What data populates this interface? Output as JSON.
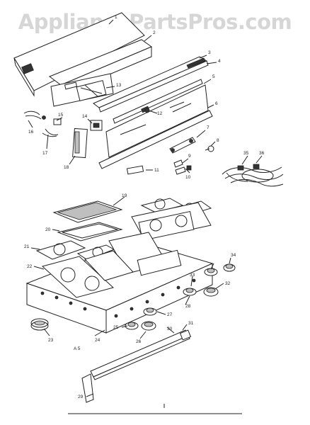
{
  "watermark": "AppliancePartsPros.com",
  "callouts": [
    "1",
    "2",
    "3",
    "4",
    "5",
    "6",
    "7",
    "8",
    "9",
    "10",
    "11",
    "12",
    "13",
    "14",
    "15",
    "16",
    "17",
    "18",
    "19",
    "20",
    "21",
    "22",
    "23",
    "24",
    "25",
    "26",
    "27",
    "28",
    "29",
    "30",
    "31",
    "32",
    "33",
    "34",
    "35",
    "36"
  ],
  "model_tag": "A 5"
}
